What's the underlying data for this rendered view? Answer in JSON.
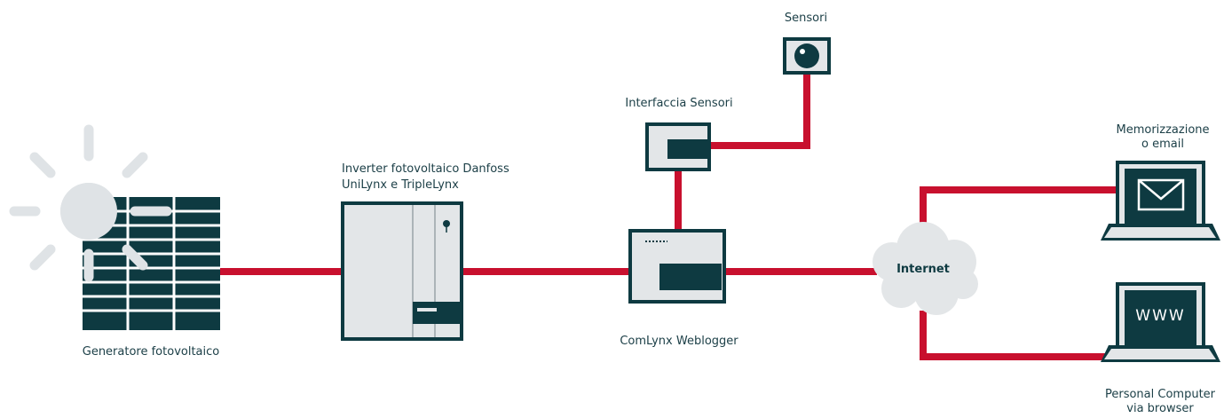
{
  "nodes": {
    "sensors": {
      "label": "Sensori"
    },
    "sensor_interface": {
      "label": "Interfaccia Sensori"
    },
    "inverter": {
      "label_line1": "Inverter fotovoltaico Danfoss",
      "label_line2": "UniLynx e TripleLynx"
    },
    "pv_generator": {
      "label": "Generatore fotovoltaico"
    },
    "weblogger": {
      "label": "ComLynx Weblogger"
    },
    "internet": {
      "label": "Internet"
    },
    "storage": {
      "label_line1": "Memorizzazione",
      "label_line2": "o email"
    },
    "pc": {
      "label_line1": "Personal Computer",
      "label_line2": "via browser",
      "screen_text": "WWW"
    }
  },
  "colors": {
    "connection": "#c8102e",
    "device_dark": "#0e3a41",
    "device_light": "#e3e6e8",
    "sun": "#dfe3e6"
  }
}
